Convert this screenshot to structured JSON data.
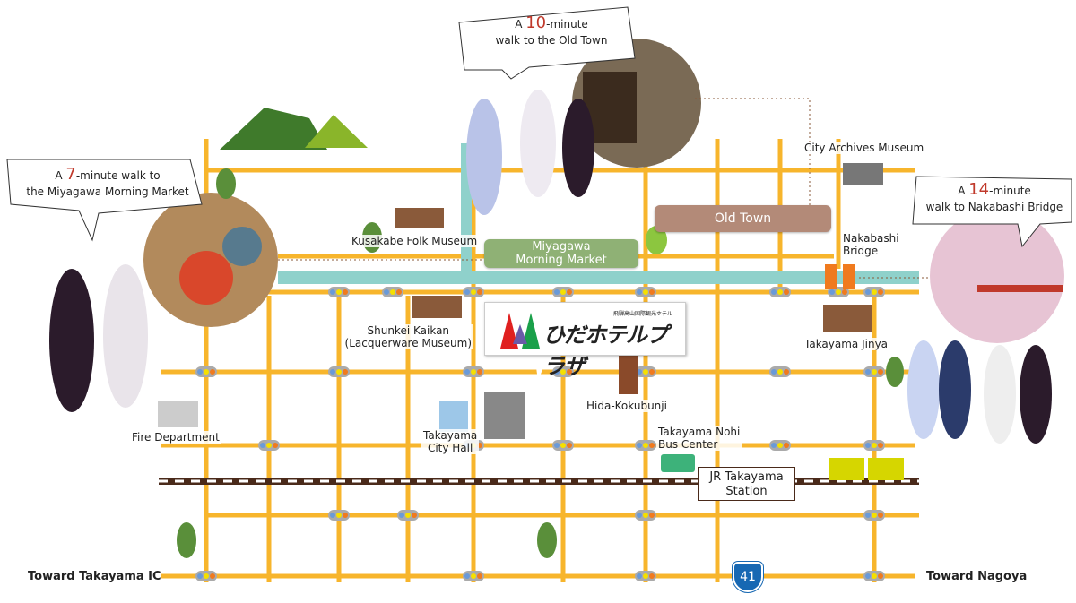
{
  "bubbles": {
    "market": {
      "pre": "A ",
      "num": "7",
      "post": "-minute walk to",
      "line2": "the Miyagawa Morning Market"
    },
    "oldtown": {
      "pre": "A ",
      "num": "10",
      "post": "-minute",
      "line2": "walk to the Old Town"
    },
    "bridge": {
      "pre": "A ",
      "num": "14",
      "post": "-minute",
      "line2": "walk to Nakabashi Bridge"
    }
  },
  "areas": {
    "old_town": "Old Town",
    "market": [
      "Miyagawa",
      "Morning Market"
    ]
  },
  "landmarks": {
    "kusakabe": "Kusakabe Folk Museum",
    "archives": "City Archives Museum",
    "nakabashi": [
      "Nakabashi",
      "Bridge"
    ],
    "shunkei": [
      "Shunkei Kaikan",
      "(Lacquerware Museum)"
    ],
    "jinya": "Takayama Jinya",
    "kokubunji": "Hida-Kokubunji",
    "fire": "Fire Department",
    "city_hall": [
      "Takayama",
      "City Hall"
    ],
    "bus": [
      "Takayama Nohi",
      "Bus Center"
    ]
  },
  "station": [
    "JR Takayama",
    "Station"
  ],
  "hotel_logo": {
    "name": "ひだホテルプラザ",
    "sub": "飛騨高山国際観光ホテル"
  },
  "route_number": "41",
  "toward": {
    "left": "Toward Takayama IC",
    "right": "Toward Nagoya"
  },
  "colors": {
    "road": "#f7b52c",
    "river": "#8fd1cb",
    "old_town": "#b38a78",
    "market": "#8fb175",
    "rail": "#4a2a1a"
  }
}
